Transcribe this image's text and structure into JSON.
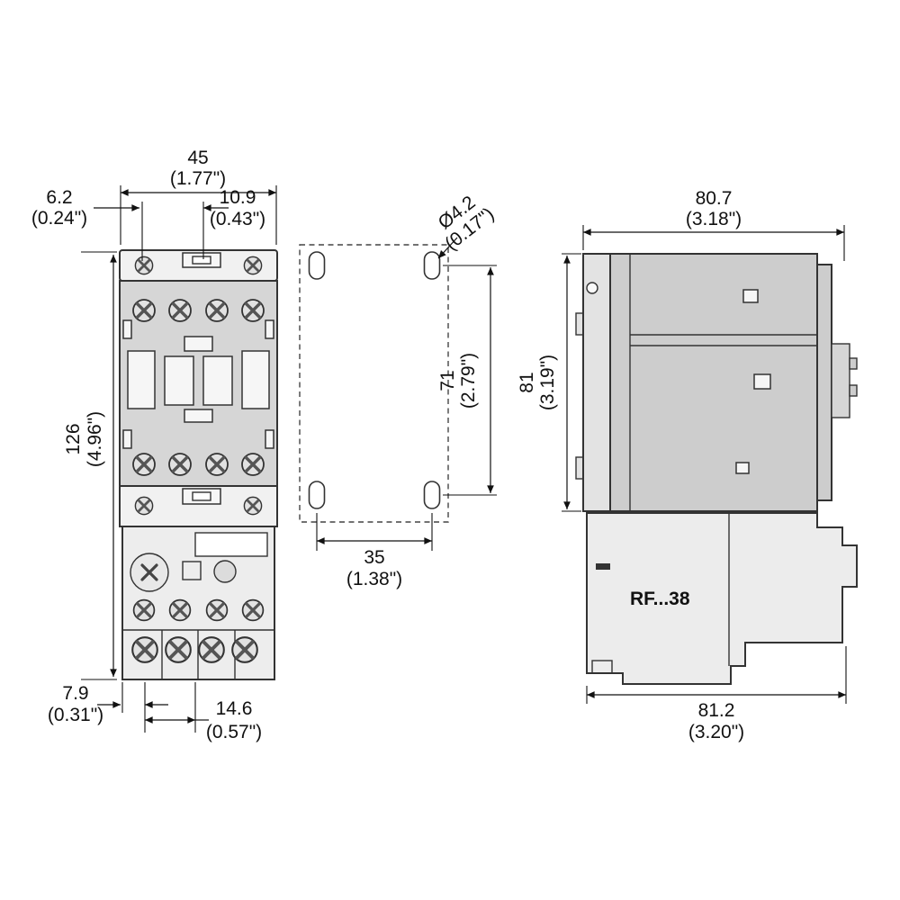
{
  "views": {
    "front": {
      "dim_width": {
        "mm": "45",
        "in": "(1.77\")"
      },
      "dim_top_left_offset": {
        "mm": "6.2",
        "in": "(0.24\")"
      },
      "dim_top_center_offset": {
        "mm": "10.9",
        "in": "(0.43\")"
      },
      "dim_total_height": {
        "mm": "126",
        "in": "(4.96\")"
      },
      "dim_bottom_left_offset": {
        "mm": "7.9",
        "in": "(0.31\")"
      },
      "dim_bottom_pitch": {
        "mm": "14.6",
        "in": "(0.57\")"
      }
    },
    "mounting": {
      "dim_hole_diameter": {
        "mm": "Ø4.2",
        "in": "(0.17\")"
      },
      "dim_hole_spacing_vertical": {
        "mm": "71",
        "in": "(2.79\")"
      },
      "dim_hole_spacing_horizontal": {
        "mm": "35",
        "in": "(1.38\")"
      }
    },
    "side": {
      "dim_depth_top": {
        "mm": "80.7",
        "in": "(3.18\")"
      },
      "dim_height": {
        "mm": "81",
        "in": "(3.19\")"
      },
      "dim_depth_bottom": {
        "mm": "81.2",
        "in": "(3.20\")"
      },
      "product_label": "RF...38"
    }
  }
}
